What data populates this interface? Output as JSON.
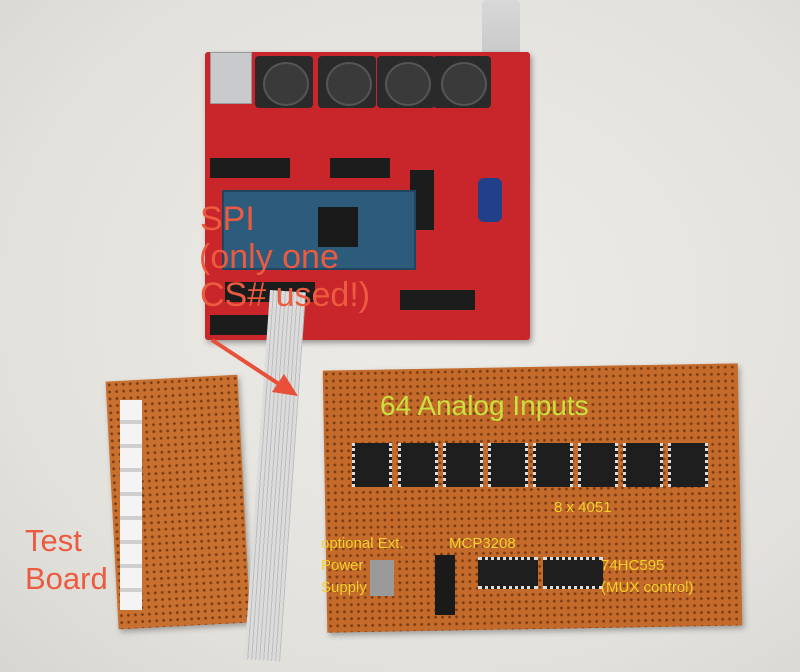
{
  "annotations": {
    "spi": {
      "line1": "SPI",
      "line2": "(only one",
      "line3": "CS# used!)"
    },
    "test_board": {
      "line1": "Test",
      "line2": "Board"
    },
    "analog_inputs": "64 Analog Inputs",
    "mux_chips": "8 x 4051",
    "power": {
      "line1": "optional Ext.",
      "line2": "Power",
      "line3": "Supply"
    },
    "adc": "MCP3208",
    "shift_register": {
      "line1": "74HC595",
      "line2": "(MUX control)"
    }
  },
  "colors": {
    "red_label": "#ec5a3f",
    "green_label": "#c9e23e",
    "yellow_label": "#f2d12a",
    "arrow": "#e8503a"
  }
}
